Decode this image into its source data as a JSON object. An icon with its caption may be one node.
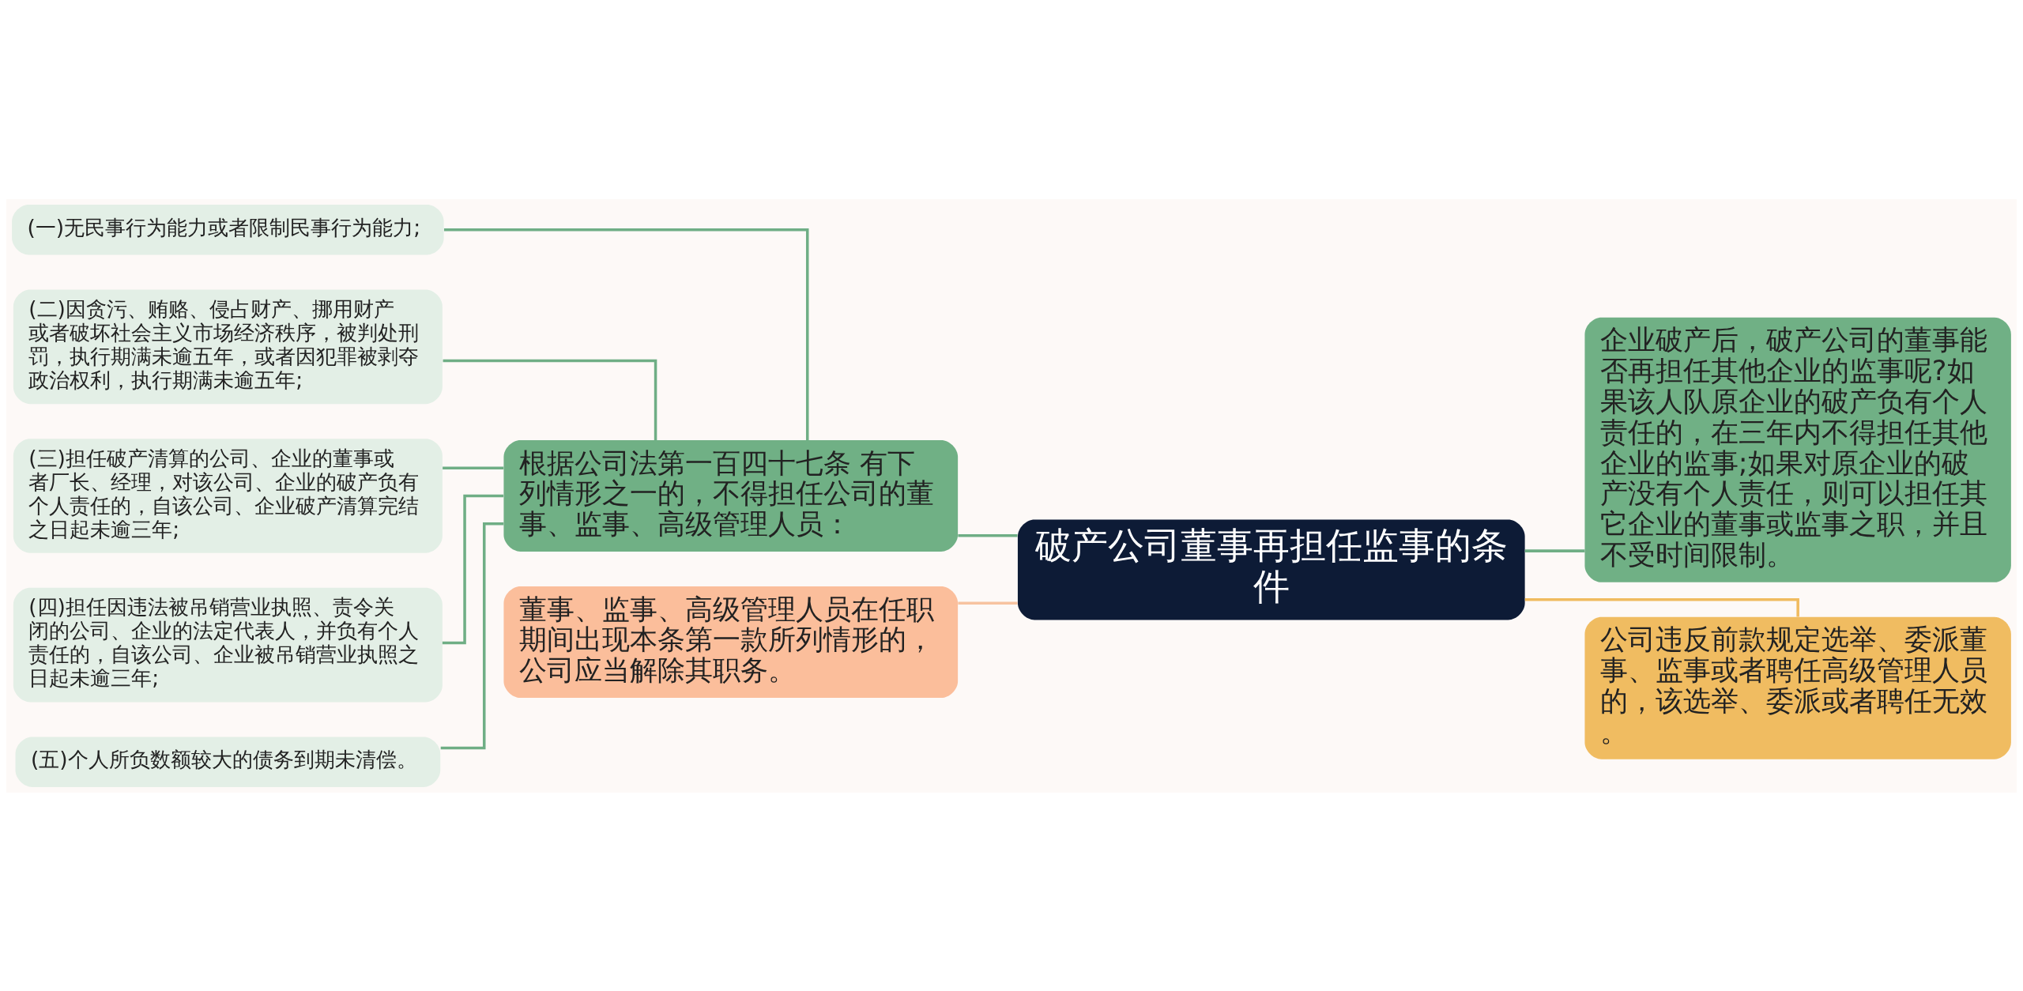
{
  "diagram": {
    "nodes": [
      {
        "text": [
          "破产公司董事再担任监事的条件"
        ]
      },
      {
        "text": [
          "根据公司法第一百四十七条 有下列情形之一的，不得担任公司的董事、监事、高级管理人员："
        ]
      },
      {
        "text": [
          "(一)无民事行为能力或者限制民事行为能力;"
        ]
      },
      {
        "text": [
          "(二)因贪污、贿赂、侵占财产、挪用财产或者破坏社会主义市场经济秩序，被判处刑罚，执行期满未逾五年，或者因犯罪被剥夺政治权利，执行期满未逾五年;"
        ]
      },
      {
        "text": [
          "(三)担任破产清算的公司、企业的董事或者厂长、经理，对该公司、企业的破产负有个人责任的，自该公司、企业破产清算完结之日起未逾三年;"
        ]
      },
      {
        "text": [
          "(四)担任因违法被吊销营业执照、责令关闭的公司、企业的法定代表人，并负有个人责任的，自该公司、企业被吊销营业执照之日起未逾三年;"
        ]
      },
      {
        "text": [
          "(五)个人所负数额较大的债务到期未清偿。"
        ]
      },
      {
        "text": [
          "董事、监事、高级管理人员在任职期间出现本条第一款所列情形的，公司应当解除其职务。"
        ]
      },
      {
        "text": [
          "企业破产后，破产公司的董事能否再担任其他企业的监事呢?如果该人队原企业的破产负有个人责任的，在三年内不得担任其他企业的监事;如果对原企业的破产没有个人责任，则可以担任其它企业的董事或监事之职，并且不受时间限制。"
        ]
      },
      {
        "text": [
          "公司违反前款规定选举、委派董事、监事或者聘任高级管理人员的，该选举、委派或者聘任无效。"
        ]
      }
    ],
    "edges": [
      {
        "from": 0,
        "to": 1,
        "arrow": "none"
      },
      {
        "from": 1,
        "to": 2,
        "arrow": "none"
      },
      {
        "from": 1,
        "to": 3,
        "arrow": "none"
      },
      {
        "from": 1,
        "to": 4,
        "arrow": "none"
      },
      {
        "from": 1,
        "to": 5,
        "arrow": "none"
      },
      {
        "from": 1,
        "to": 6,
        "arrow": "none"
      },
      {
        "from": 0,
        "to": 7,
        "arrow": "none",
        "color": "#f7c3a0"
      },
      {
        "from": 0,
        "to": 8,
        "arrow": "none"
      },
      {
        "from": 0,
        "to": 9,
        "arrow": "none",
        "color": "#f0bb5f"
      }
    ]
  }
}
